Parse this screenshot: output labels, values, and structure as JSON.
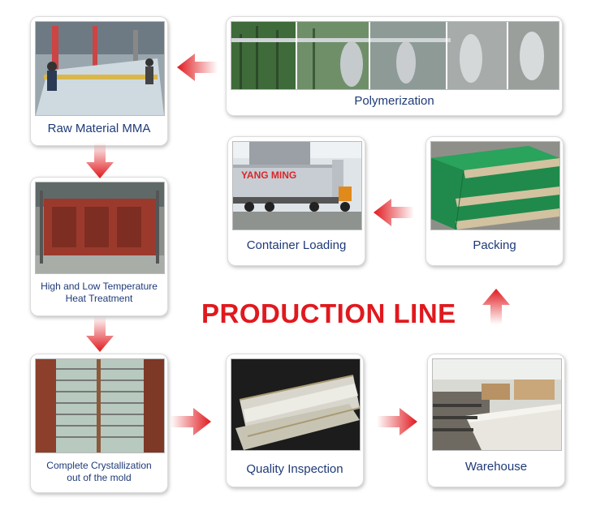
{
  "title": "PRODUCTION LINE",
  "steps": {
    "raw_material": "Raw Material MMA",
    "polymerization": "Polymerization",
    "heat_treatment_line1": "High and Low Temperature",
    "heat_treatment_line2": "Heat Treatment",
    "crystallization_line1": "Complete Crystallization",
    "crystallization_line2": "out of the mold",
    "quality_inspection": "Quality Inspection",
    "warehouse": "Warehouse",
    "packing": "Packing",
    "container_loading": "Container Loading",
    "truck_brand": "YANG MING"
  },
  "colors": {
    "title": "#e0191e",
    "label": "#1e3a78",
    "arrow": "#e0191e"
  }
}
